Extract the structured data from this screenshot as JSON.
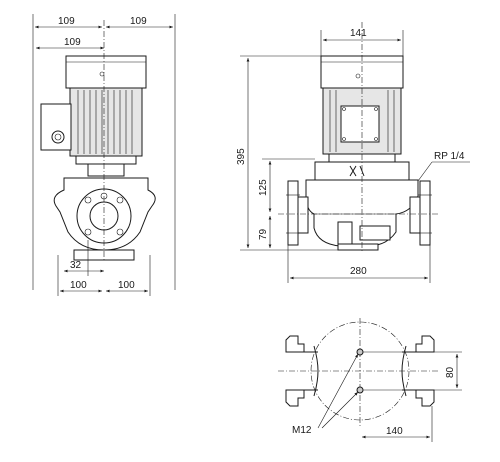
{
  "front_view": {
    "dim_top_left": "109",
    "dim_top_right": "109",
    "dim_motor_width": "109",
    "dim_offset": "32",
    "dim_bottom_left": "100",
    "dim_bottom_right": "100"
  },
  "side_view": {
    "dim_motor_width": "141",
    "dim_total_height": "395",
    "dim_flange_height": "125",
    "dim_base_height": "79",
    "dim_length": "280",
    "port_label": "RP 1/4"
  },
  "bottom_view": {
    "bolt_label": "M12",
    "dim_spacing": "80",
    "dim_offset": "140"
  },
  "colors": {
    "line": "#1a1a1a",
    "motor_fill": "#e6e6e6",
    "fin_fill": "#c8c8c8"
  }
}
